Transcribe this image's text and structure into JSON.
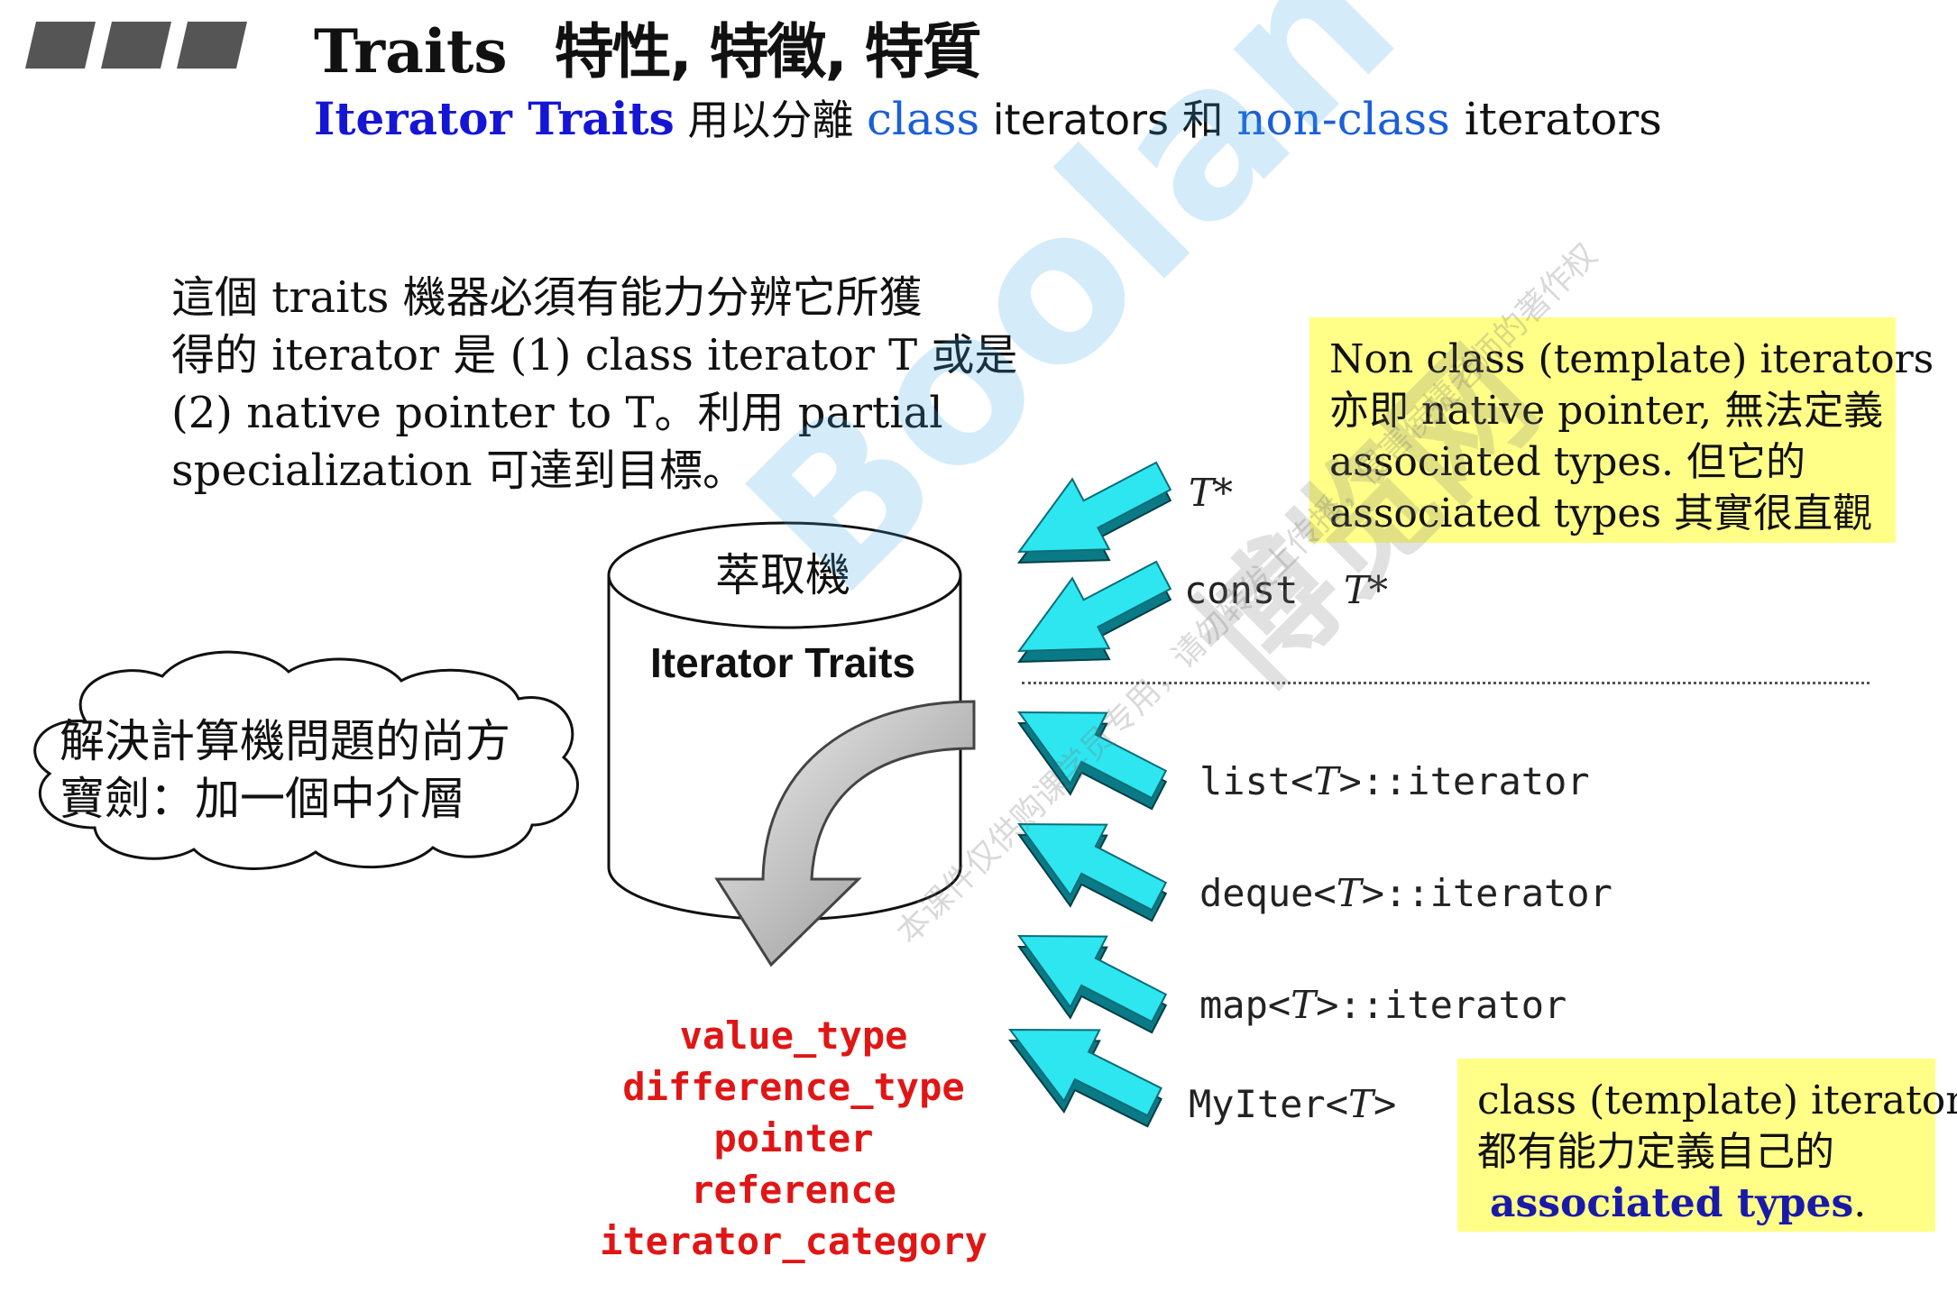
{
  "header": {
    "title_en": "Traits",
    "title_zh": "特性, 特徵, 特質",
    "subtitle": {
      "part1": "Iterator Traits",
      "part2": " 用以分離 ",
      "part3": "class",
      "part4": " iterators 和 ",
      "part5": "non-class",
      "part6": " iterators"
    }
  },
  "paragraph": [
    "這個 traits 機器必須有能力分辨它所獲",
    "得的 iterator 是 (1) class iterator T 或是",
    "(2) native pointer to T。利用 partial",
    "specialization 可達到目標。"
  ],
  "cloud": [
    "解決計算機問題的尚方",
    "寶劍：加一個中介層"
  ],
  "drum": {
    "label": "萃取機",
    "inner": "Iterator Traits"
  },
  "outputs": [
    "value_type",
    "difference_type",
    "pointer",
    "reference",
    "iterator_category"
  ],
  "inputs": {
    "t_ptr": "T*",
    "const_kw": "const",
    "const_t_ptr": "T*",
    "list_a": "list<",
    "list_t": "T",
    "list_b": ">::iterator",
    "deque_a": "deque<",
    "deque_t": "T",
    "deque_b": ">::iterator",
    "map_a": "map<",
    "map_t": "T",
    "map_b": ">::iterator",
    "myiter_a": "MyIter<",
    "myiter_t": "T",
    "myiter_b": ">"
  },
  "note_nonclass": [
    "Non class (template) iterators",
    "亦即 native pointer, 無法定義",
    "associated types. 但它的",
    "associated types 其實很直觀"
  ],
  "note_class": {
    "line1": "class (template) iterators",
    "line2": "都有能力定義自己的",
    "line3": "associated types",
    "line3_end": "."
  },
  "watermark": {
    "brand": "Boolan",
    "brand_cn": "博览网",
    "notice": "本课件仅供购课学员专用，请勿转发上传播，侵害侯捷老师的著作权"
  },
  "colors": {
    "arrow_fill": "#2ee6f0",
    "arrow_dark": "#0a7a86",
    "note_bg": "#ffff88",
    "output_red": "#e01616",
    "subtitle_blue": "#1515d6",
    "link_blue": "#1b5fd8"
  }
}
